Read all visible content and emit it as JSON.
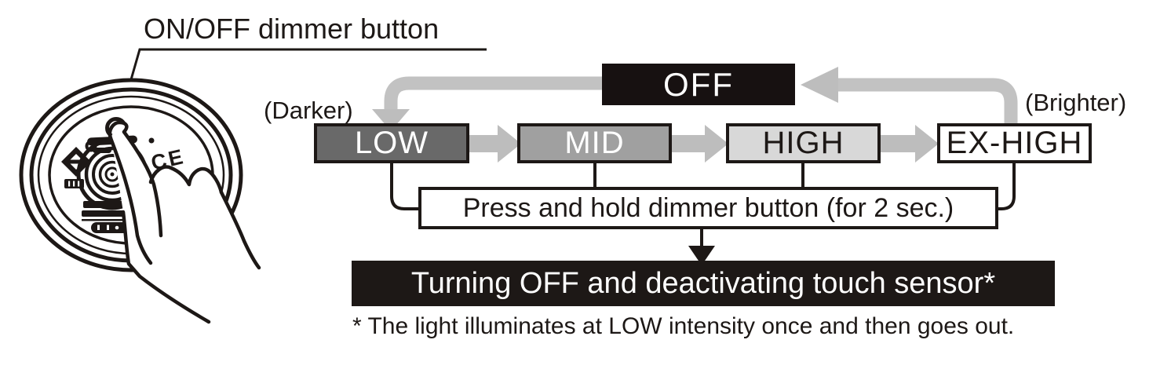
{
  "labels": {
    "device_pointer": "ON/OFF dimmer button",
    "darker": "(Darker)",
    "brighter": "(Brighter)"
  },
  "device": {
    "description": "round puck light, rear face, finger pressing dimmer button",
    "ce_mark": "CE"
  },
  "flow": {
    "off_state": "OFF",
    "levels": [
      {
        "label": "LOW"
      },
      {
        "label": "MID"
      },
      {
        "label": "HIGH"
      },
      {
        "label": "EX-HIGH"
      }
    ],
    "instruction": "Press and hold dimmer button (for 2 sec.)",
    "result": "Turning OFF and deactivating touch sensor*",
    "footnote": "* The light illuminates at LOW intensity once and then goes out."
  },
  "colors": {
    "ink": "#1d1816",
    "arrow_gray": "#c2c2c2",
    "arrowhead_gray": "#bdbdbd",
    "low_fill": "#696969",
    "mid_fill": "#a0a0a0",
    "high_fill": "#d8d8d8",
    "exhigh_fill": "#ffffff",
    "off_fill": "#171111"
  }
}
